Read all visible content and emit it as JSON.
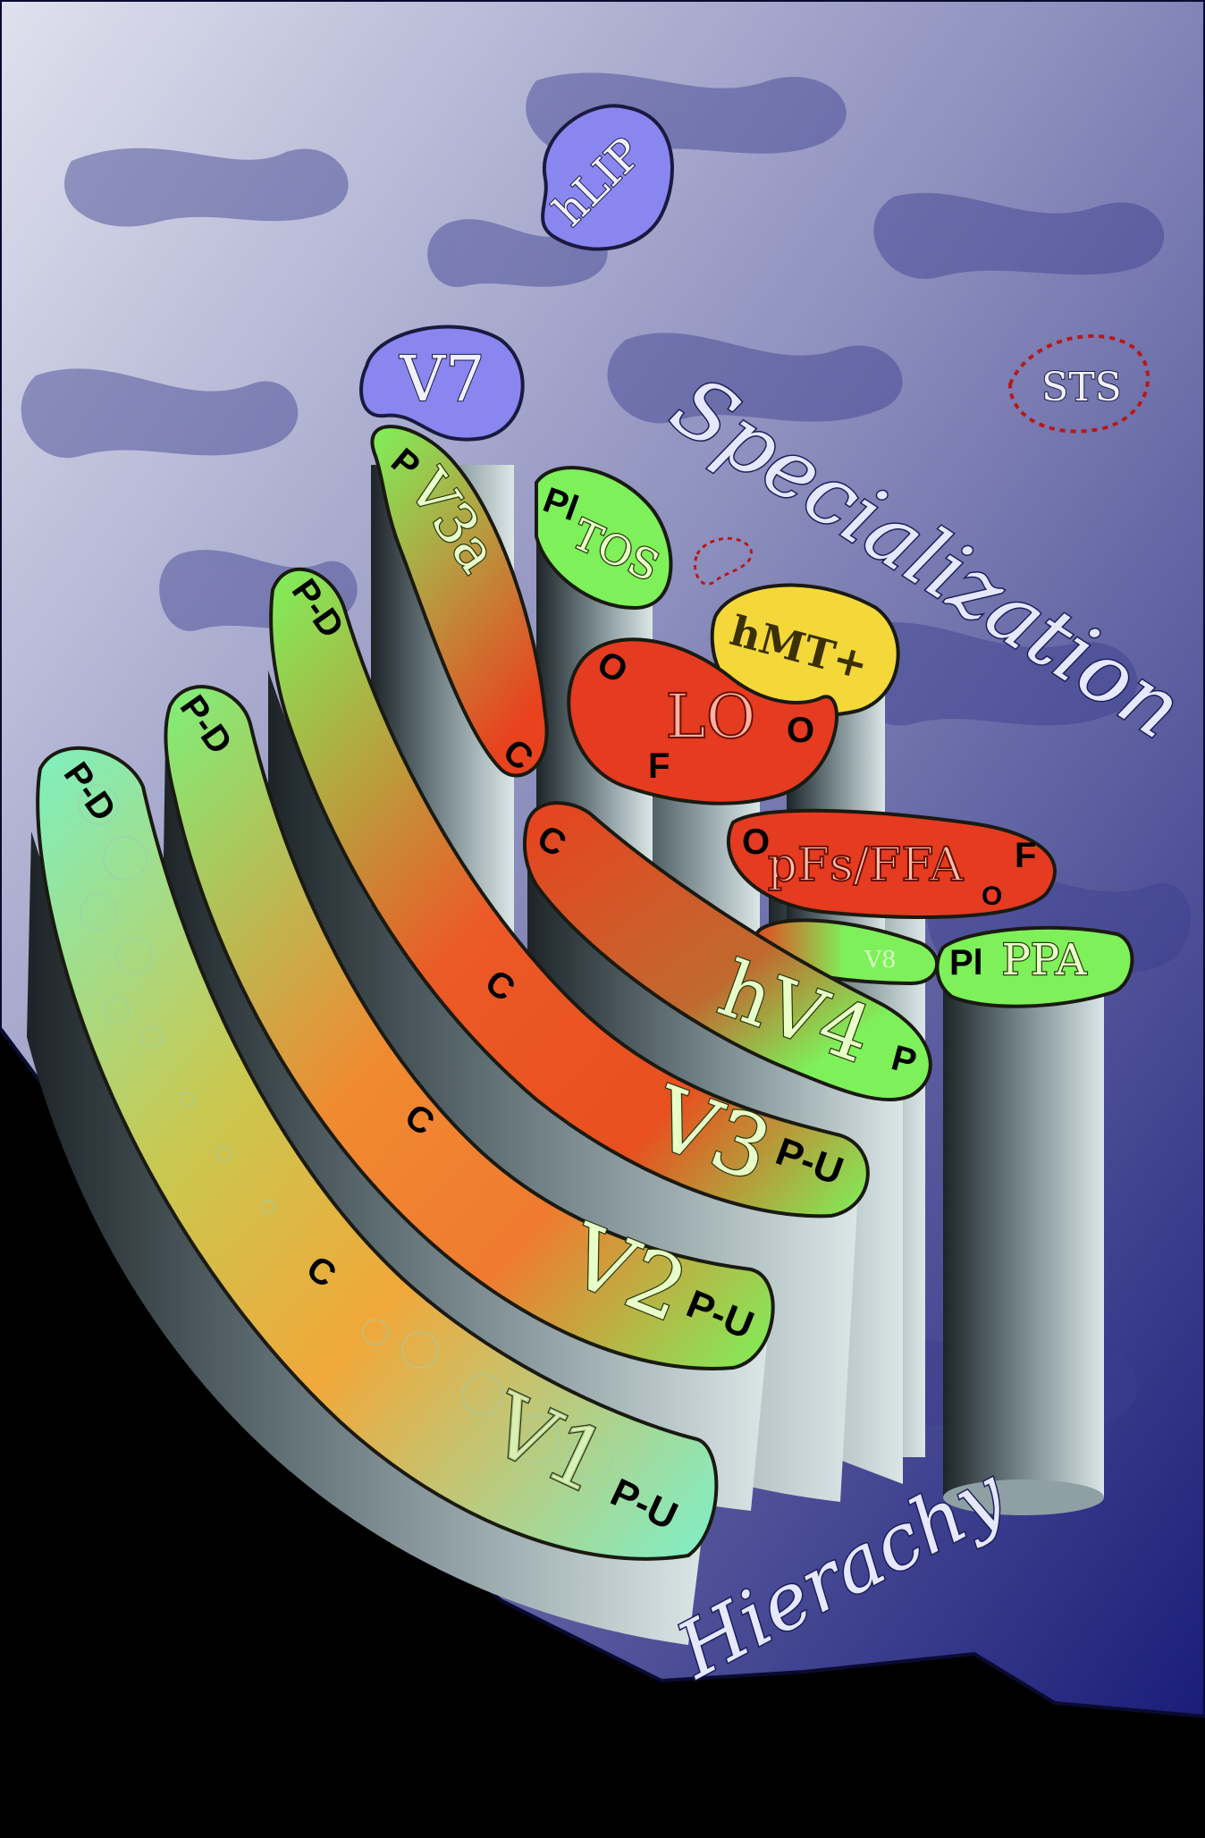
{
  "axes": {
    "specialization": "Specialization",
    "hierarchy": "Hierachy"
  },
  "areas": {
    "hlip": "hLIP",
    "v7": "V7",
    "sts": "STS",
    "v3a": "V3a",
    "tos": "TOS",
    "hmt": "hMT+",
    "lo": "LO",
    "pfs_ffa": "pFs/FFA",
    "v8": "V8",
    "ppa": "PPA",
    "hv4": "hV4",
    "v3": "V3",
    "v2": "V2",
    "v1": "V1"
  },
  "markers": {
    "v3a_p": "P",
    "v3a_c": "C",
    "tos_pl": "Pl",
    "lo_o1": "O",
    "lo_o2": "O",
    "lo_f": "F",
    "pfs_o1": "O",
    "pfs_o2": "O",
    "pfs_f": "F",
    "ppa_pl": "Pl",
    "hv4_c": "C",
    "hv4_p": "P",
    "v3_pd": "P-D",
    "v3_c": "C",
    "v3_pu": "P-U",
    "v2_pd": "P-D",
    "v2_c": "C",
    "v2_pu": "P-U",
    "v1_pd": "P-D",
    "v1_c": "C",
    "v1_pu": "P-U"
  },
  "colors": {
    "peripheral": "#7ef05a",
    "central": "#e8421e",
    "foveal_v1": "#7ef0c0",
    "object_red": "#e53b20",
    "motion_yellow": "#f4d83a",
    "dorsal_purple": "#8a86f0",
    "cylinder": "#5a6a70"
  }
}
